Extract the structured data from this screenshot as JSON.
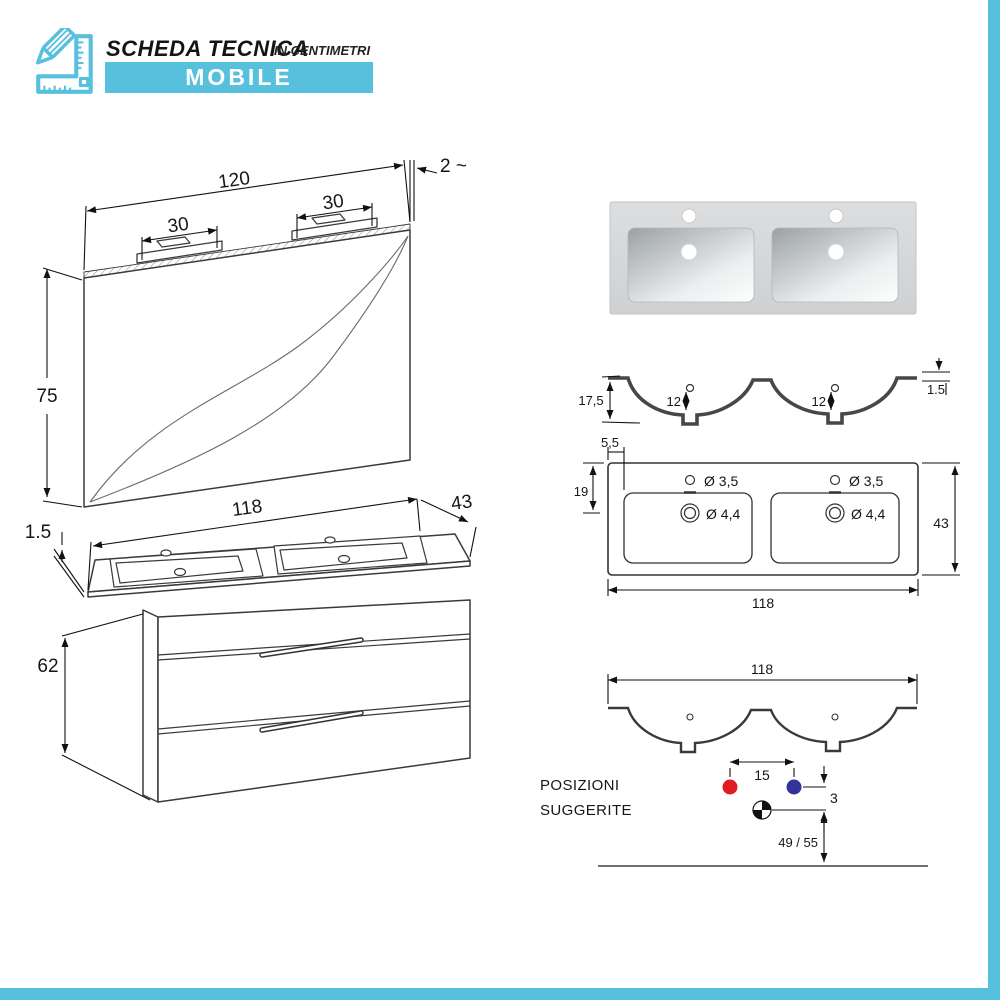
{
  "header": {
    "title": "SCHEDA TECNICA",
    "subtitle": "IN CENTIMETRI",
    "banner": "MOBILE"
  },
  "colors": {
    "accent": "#57c0dc",
    "red_dot": "#e11b22",
    "blue_dot": "#33339b"
  },
  "mirror_view": {
    "width": "120",
    "thickness": "2 ~",
    "light_left": "30",
    "light_right": "30",
    "height": "75"
  },
  "cabinet_view": {
    "width": "118",
    "depth": "43",
    "top_thickness": "1.5",
    "height": "62"
  },
  "section_view": {
    "total_height": "17,5",
    "basin_depth_left": "12",
    "basin_depth_right": "12",
    "rim_thickness": "1.5"
  },
  "plan_view": {
    "side_offset": "5,5",
    "drain_offset": "19",
    "faucet_dia_left": "Ø 3,5",
    "faucet_dia_right": "Ø 3,5",
    "drain_dia_left": "Ø 4,4",
    "drain_dia_right": "Ø 4,4",
    "depth": "43",
    "width": "118"
  },
  "front_view": {
    "width": "118"
  },
  "positions": {
    "caption_line1": "POSIZIONI",
    "caption_line2": "SUGGERITE",
    "hole_spacing": "15",
    "drain_drop": "3",
    "floor_height": "49 / 55"
  }
}
